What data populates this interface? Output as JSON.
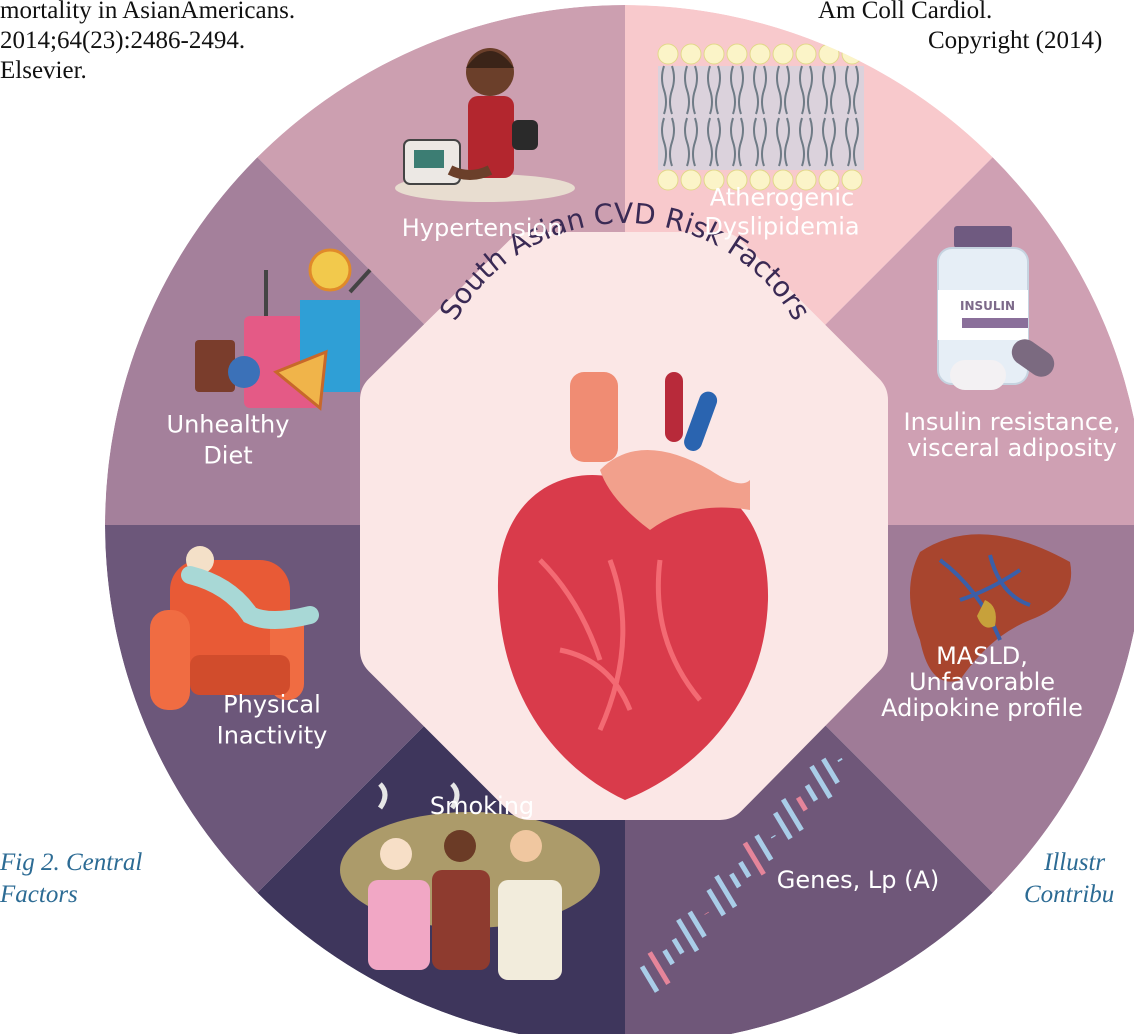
{
  "header_text": {
    "left_line1": "mortality in AsianAmericans.",
    "left_line2": "2014;64(23):2486-2494.",
    "left_line3": "Elsevier.",
    "right_line1": "Am Coll Cardiol.",
    "right_line2": "Copyright (2014)"
  },
  "side_caption": {
    "left_line1": "Fig 2. Central",
    "left_line2": "Factors",
    "right_line1": "Illustr",
    "right_line2": "Contribu"
  },
  "diagram": {
    "title": "South Asian CVD Risk Factors",
    "segments": [
      {
        "lines": [
          "Hypertension"
        ],
        "color": "#cc9fb0"
      },
      {
        "lines": [
          "Atherogenic",
          "Dyslipidemia"
        ],
        "color": "#f8c9cc"
      },
      {
        "lines": [
          "Insulin resistance,",
          "visceral adiposity"
        ],
        "color": "#cfa0b3"
      },
      {
        "lines": [
          "MASLD,",
          "Unfavorable",
          "Adipokine profile"
        ],
        "color": "#9f7b97"
      },
      {
        "lines": [
          "Genes, Lp (A)"
        ],
        "color": "#6f5779"
      },
      {
        "lines": [
          "Smoking"
        ],
        "color": "#3e365c"
      },
      {
        "lines": [
          "Physical",
          "Inactivity"
        ],
        "color": "#6c577a"
      },
      {
        "lines": [
          "Unhealthy",
          "Diet"
        ],
        "color": "#a4809b"
      }
    ],
    "center_color": "#fbe7e6"
  }
}
